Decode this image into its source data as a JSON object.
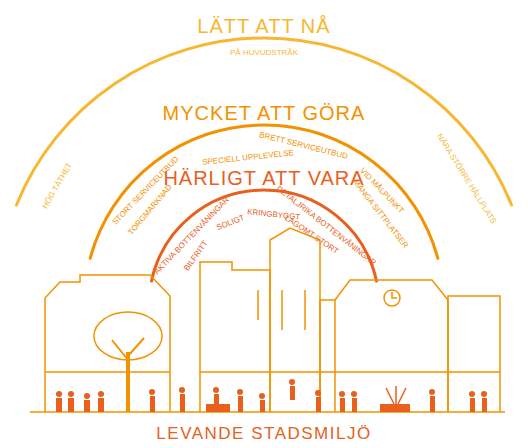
{
  "diagram": {
    "caption": "LEVANDE STADSMILJÖ",
    "labels": [
      "LÄTT ATT NÅ",
      "PÅ HUVUDSTRÅK",
      "HÖG TÄTHET",
      "NÄRA STÖRRE HÅLLPLATS",
      "MYCKET ATT GÖRA",
      "BRETT SERVICEUTBUD",
      "SPECIELL UPPLEVELSE",
      "STORT SERVICEUTBUD",
      "TORGMARKNAD",
      "VID MÅLPUNKT",
      "MÅNGA SITTPLATSER",
      "HÄRLIGT ATT VARA",
      "AKTIVA BOTTENVÅNINGAR",
      "BILFRITT",
      "SOLIGT",
      "KRINGBYGGT",
      "DETALJRIKA BOTTENVÅNINGAR",
      "LAGOMT STORT"
    ]
  }
}
